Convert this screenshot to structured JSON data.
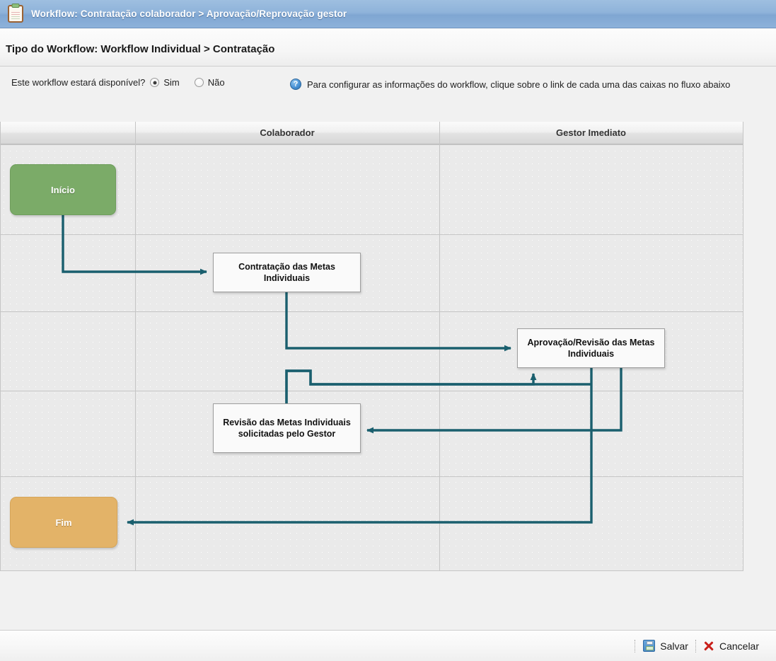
{
  "titlebar": {
    "icon": "clipboard-icon",
    "text": "Workflow: Contratação colaborador > Aprovação/Reprovação gestor"
  },
  "page": {
    "heading": "Tipo do Workflow: Workflow Individual > Contratação"
  },
  "availability": {
    "question": "Este workflow estará disponível?",
    "options": [
      {
        "label": "Sim",
        "checked": true
      },
      {
        "label": "Não",
        "checked": false
      }
    ]
  },
  "hint": {
    "icon": "help-question-icon",
    "text": "Para configurar as informações do workflow, clique sobre o link de cada uma das caixas no fluxo abaixo"
  },
  "flow": {
    "columns": [
      {
        "label": ""
      },
      {
        "label": "Colaborador"
      },
      {
        "label": "Gestor Imediato"
      }
    ],
    "nodes": [
      {
        "id": "inicio",
        "label": "Início",
        "type": "start",
        "lane": 0
      },
      {
        "id": "contratacao",
        "label": "Contratação das Metas Individuais",
        "type": "task",
        "lane": 1
      },
      {
        "id": "aprovacao",
        "label": "Aprovação/Revisão das Metas Individuais",
        "type": "task",
        "lane": 2
      },
      {
        "id": "revisao",
        "label": "Revisão das Metas Individuais solicitadas pelo Gestor",
        "type": "task",
        "lane": 1
      },
      {
        "id": "fim",
        "label": "Fim",
        "type": "end",
        "lane": 0
      }
    ],
    "edges": [
      {
        "from": "inicio",
        "to": "contratacao"
      },
      {
        "from": "contratacao",
        "to": "aprovacao"
      },
      {
        "from": "aprovacao",
        "to": "revisao"
      },
      {
        "from": "revisao",
        "to": "aprovacao"
      },
      {
        "from": "aprovacao",
        "to": "fim"
      }
    ]
  },
  "footer": {
    "save_label": "Salvar",
    "cancel_label": "Cancelar"
  },
  "colors": {
    "titlebar": "#8fb3da",
    "start_node": "#7bab68",
    "end_node": "#e3b368",
    "connector": "#1a5f6e",
    "task_border": "#9e9e9e"
  }
}
